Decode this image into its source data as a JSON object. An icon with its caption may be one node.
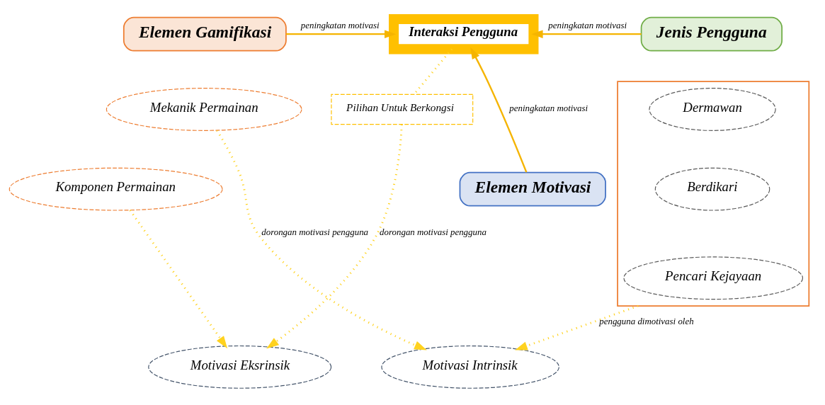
{
  "diagram": {
    "nodes": [
      {
        "text": [
          "Elemen Gamifikasi"
        ]
      },
      {
        "text": [
          "Interaksi Pengguna"
        ]
      },
      {
        "text": [
          "Jenis Pengguna"
        ]
      },
      {
        "text": [
          "Mekanik Permainan"
        ]
      },
      {
        "text": [
          "Pilihan Untuk Berkongsi"
        ]
      },
      {
        "text": [
          "Komponen Permainan"
        ]
      },
      {
        "text": [
          "Elemen Motivasi"
        ]
      },
      {
        "text": [],
        "shape": "box"
      },
      {
        "text": [
          "Dermawan"
        ],
        "in": 7
      },
      {
        "text": [
          "Berdikari"
        ],
        "in": 7
      },
      {
        "text": [
          "Pencari Kejayaan"
        ],
        "in": 7
      },
      {
        "text": [
          "Motivasi Eksrinsik"
        ]
      },
      {
        "text": [
          "Motivasi Intrinsik"
        ]
      }
    ],
    "edges": [
      {
        "from": 0,
        "to": 1,
        "arrow": "to",
        "label": "peningkatan motivasi",
        "color": "#f5b400"
      },
      {
        "from": 2,
        "to": 1,
        "arrow": "to",
        "label": "peningkatan motivasi",
        "color": "#f5b400"
      },
      {
        "from": 6,
        "to": 1,
        "arrow": "to",
        "label": "peningkatan motivasi",
        "color": "#f5b400"
      },
      {
        "from": 1,
        "to": 4,
        "arrow": "none",
        "style": "dashed"
      },
      {
        "from": 4,
        "to": 11,
        "arrow": "to",
        "label": "dorongan motivasi pengguna",
        "style": "dashed"
      },
      {
        "from": 5,
        "to": 11,
        "arrow": "to",
        "style": "dashed"
      },
      {
        "from": 3,
        "to": 12,
        "arrow": "to",
        "label": "dorongan motivasi pengguna",
        "style": "dashed"
      },
      {
        "from": 7,
        "to": 12,
        "arrow": "to",
        "label": "pengguna dimotivasi oleh",
        "style": "dashed"
      }
    ]
  }
}
